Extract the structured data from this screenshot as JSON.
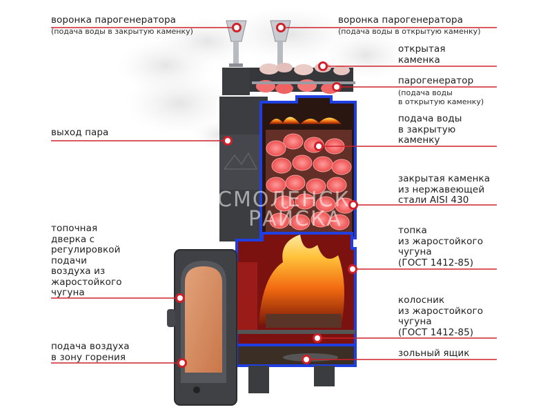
{
  "title": "Sauna stove cutaway diagram",
  "watermark": {
    "line1": "СМОЛЕНСК",
    "line2": "РАЙСКА"
  },
  "colors": {
    "callout": "#d0202a",
    "water_jacket": "#1f3fe0",
    "body": "#3a3c40",
    "stones": "#f26d6d",
    "fire": "#f7931e"
  },
  "callouts": {
    "funnel_closed": {
      "title": "воронка парогенератора",
      "sub": "(подача воды в закрытую каменку)"
    },
    "funnel_open": {
      "title": "воронка парогенератора",
      "sub": "(подача воды в открытую каменку)"
    },
    "open_heater": {
      "title": "открытая\nкаменка"
    },
    "steam_generator": {
      "title": "парогенератор",
      "sub": "(подача воды\nв открытую каменку)"
    },
    "water_closed": {
      "title": "подача воды\nв закрытую\nкаменку"
    },
    "steam_outlet": {
      "title": "выход пара"
    },
    "closed_heater": {
      "title": "закрытая каменка\nиз нержавеющей\nстали AISI 430"
    },
    "firebox": {
      "title": "топка\nиз жаростойкого\nчугуна\n(ГОСТ 1412-85)"
    },
    "door": {
      "title": "топочная\nдверка с\nрегулировкой\nподачи\nвоздуха из\nжаростойкого\nчугуна"
    },
    "grate": {
      "title": "колосник\nиз жаростойкого\nчугуна\n(ГОСТ 1412-85)"
    },
    "air_supply": {
      "title": "подача воздуха\nв зону горения"
    },
    "ash_box": {
      "title": "зольный ящик"
    }
  }
}
